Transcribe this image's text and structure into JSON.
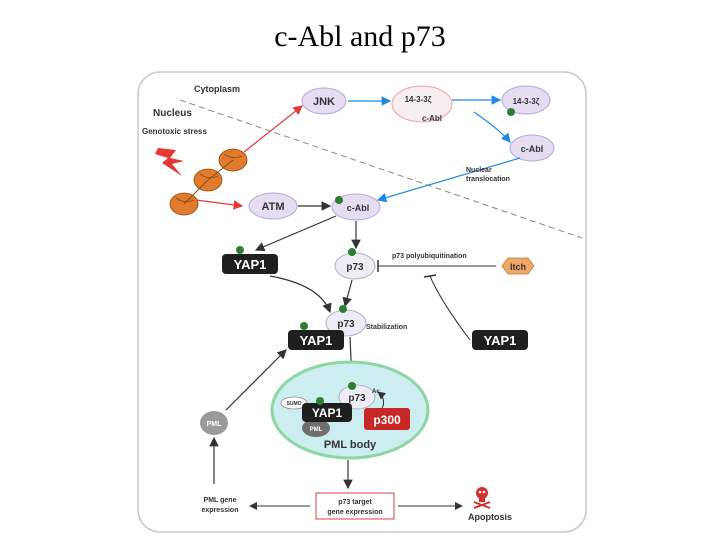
{
  "title": "c-Abl and p73",
  "compartments": {
    "cytoplasm": "Cytoplasm",
    "nucleus": "Nucleus"
  },
  "stimulus": "Genotoxic stress",
  "nodes": {
    "jnk": "JNK",
    "atm": "ATM",
    "complex_1433_a": "14-3-3ζ",
    "complex_cabl_a": "c-Abl",
    "complex_1433_b": "14-3-3ζ",
    "cabl_cyto": "c-Abl",
    "cabl_nuc": "c-Abl",
    "yap1_a": "YAP1",
    "p73_a": "p73",
    "itch": "Itch",
    "yap1_b": "YAP1",
    "p73_b": "p73",
    "yap1_c": "YAP1",
    "pml": "PML",
    "p73_c": "p73",
    "sumo": "SUMO",
    "yap1_d": "YAP1",
    "pml_small": "PML",
    "p300": "p300",
    "p73_target": "p73 target\ngene expression",
    "pml_gene": "PML gene\nexpression",
    "apoptosis": "Apoptosis"
  },
  "labels": {
    "nuclear_translocation": "Nuclear\ntranslocation",
    "polyubiquitination": "p73 polyubiquitination",
    "stabilization": "Stabilization",
    "pml_body": "PML body",
    "ac": "Ac"
  },
  "colors": {
    "phospho": "#2e7d32",
    "arrow_red": "#e53935",
    "arrow_blue": "#1e88e5",
    "yap": "#1f1f1f",
    "p300": "#c62828",
    "itch": "#f0a868",
    "pml_body_fill": "#cdeef0",
    "pml_body_stroke": "#8fd5a6",
    "chromatin": "#e07b2e",
    "lightning": "#e53935",
    "skull": "#d32f2f",
    "ellipse_purple": "#e6ddf2"
  }
}
